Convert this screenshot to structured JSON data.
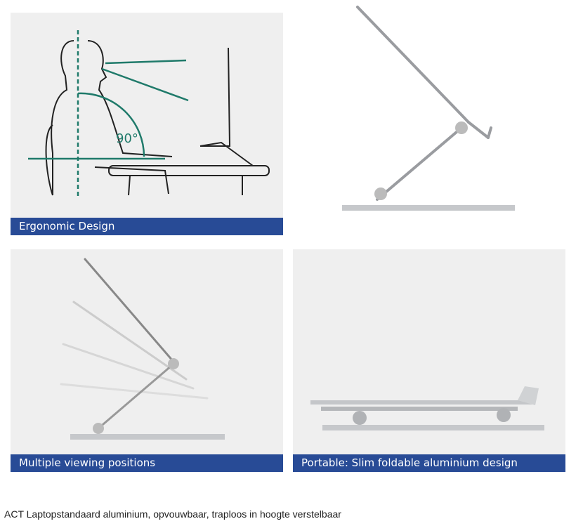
{
  "panels": [
    {
      "caption": "Ergonomic Design",
      "angle_label": "90°"
    },
    {
      "caption": ""
    },
    {
      "caption": "Multiple viewing positions"
    },
    {
      "caption": "Portable: Slim foldable aluminium design"
    }
  ],
  "description": "ACT Laptopstandaard aluminium, opvouwbaar, traploos in hoogte verstelbaar",
  "colors": {
    "caption_bg": "#284b96",
    "accent_line": "#1f7a6a"
  }
}
